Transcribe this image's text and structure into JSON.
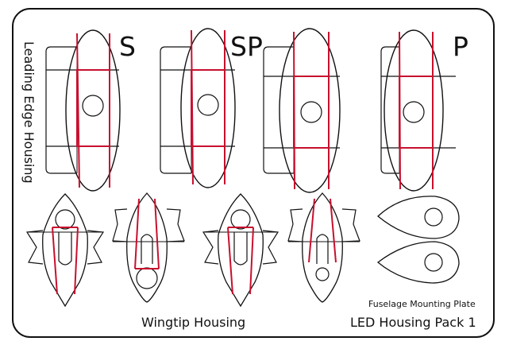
{
  "labels": {
    "side_title": "Leading Edge Housing",
    "s": "S",
    "sp": "SP",
    "p": "P",
    "wingtip": "Wingtip Housing",
    "fuselage_plate": "Fuselage Mounting Plate",
    "pack": "LED Housing Pack 1"
  },
  "colors": {
    "outline": "#111111",
    "cut_line": "#c8102e",
    "background": "#ffffff"
  }
}
